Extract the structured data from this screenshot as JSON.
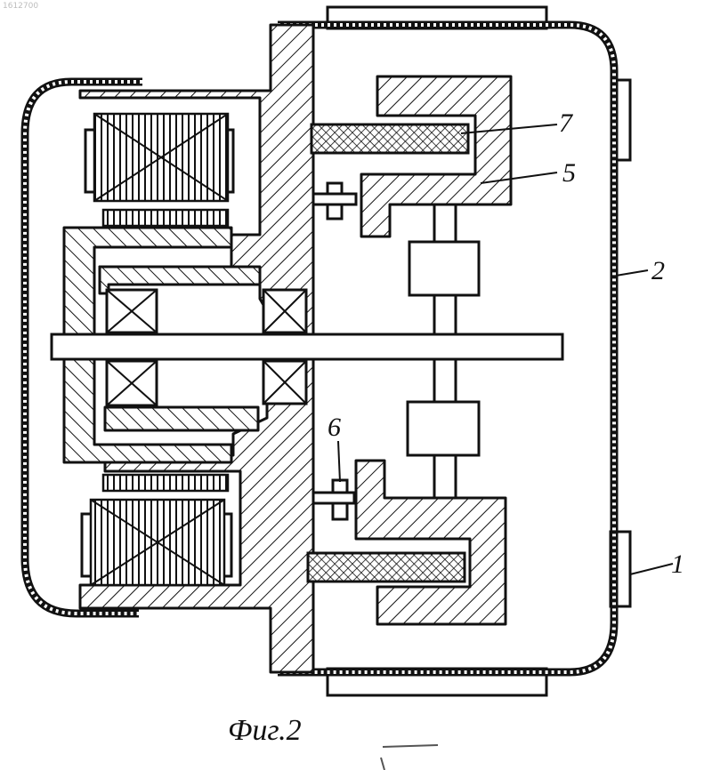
{
  "document": {
    "id": "1612700",
    "caption": "Фиг.2"
  },
  "labels": {
    "l7": "7",
    "l5": "5",
    "l2": "2",
    "l6": "6",
    "l1": "1"
  }
}
